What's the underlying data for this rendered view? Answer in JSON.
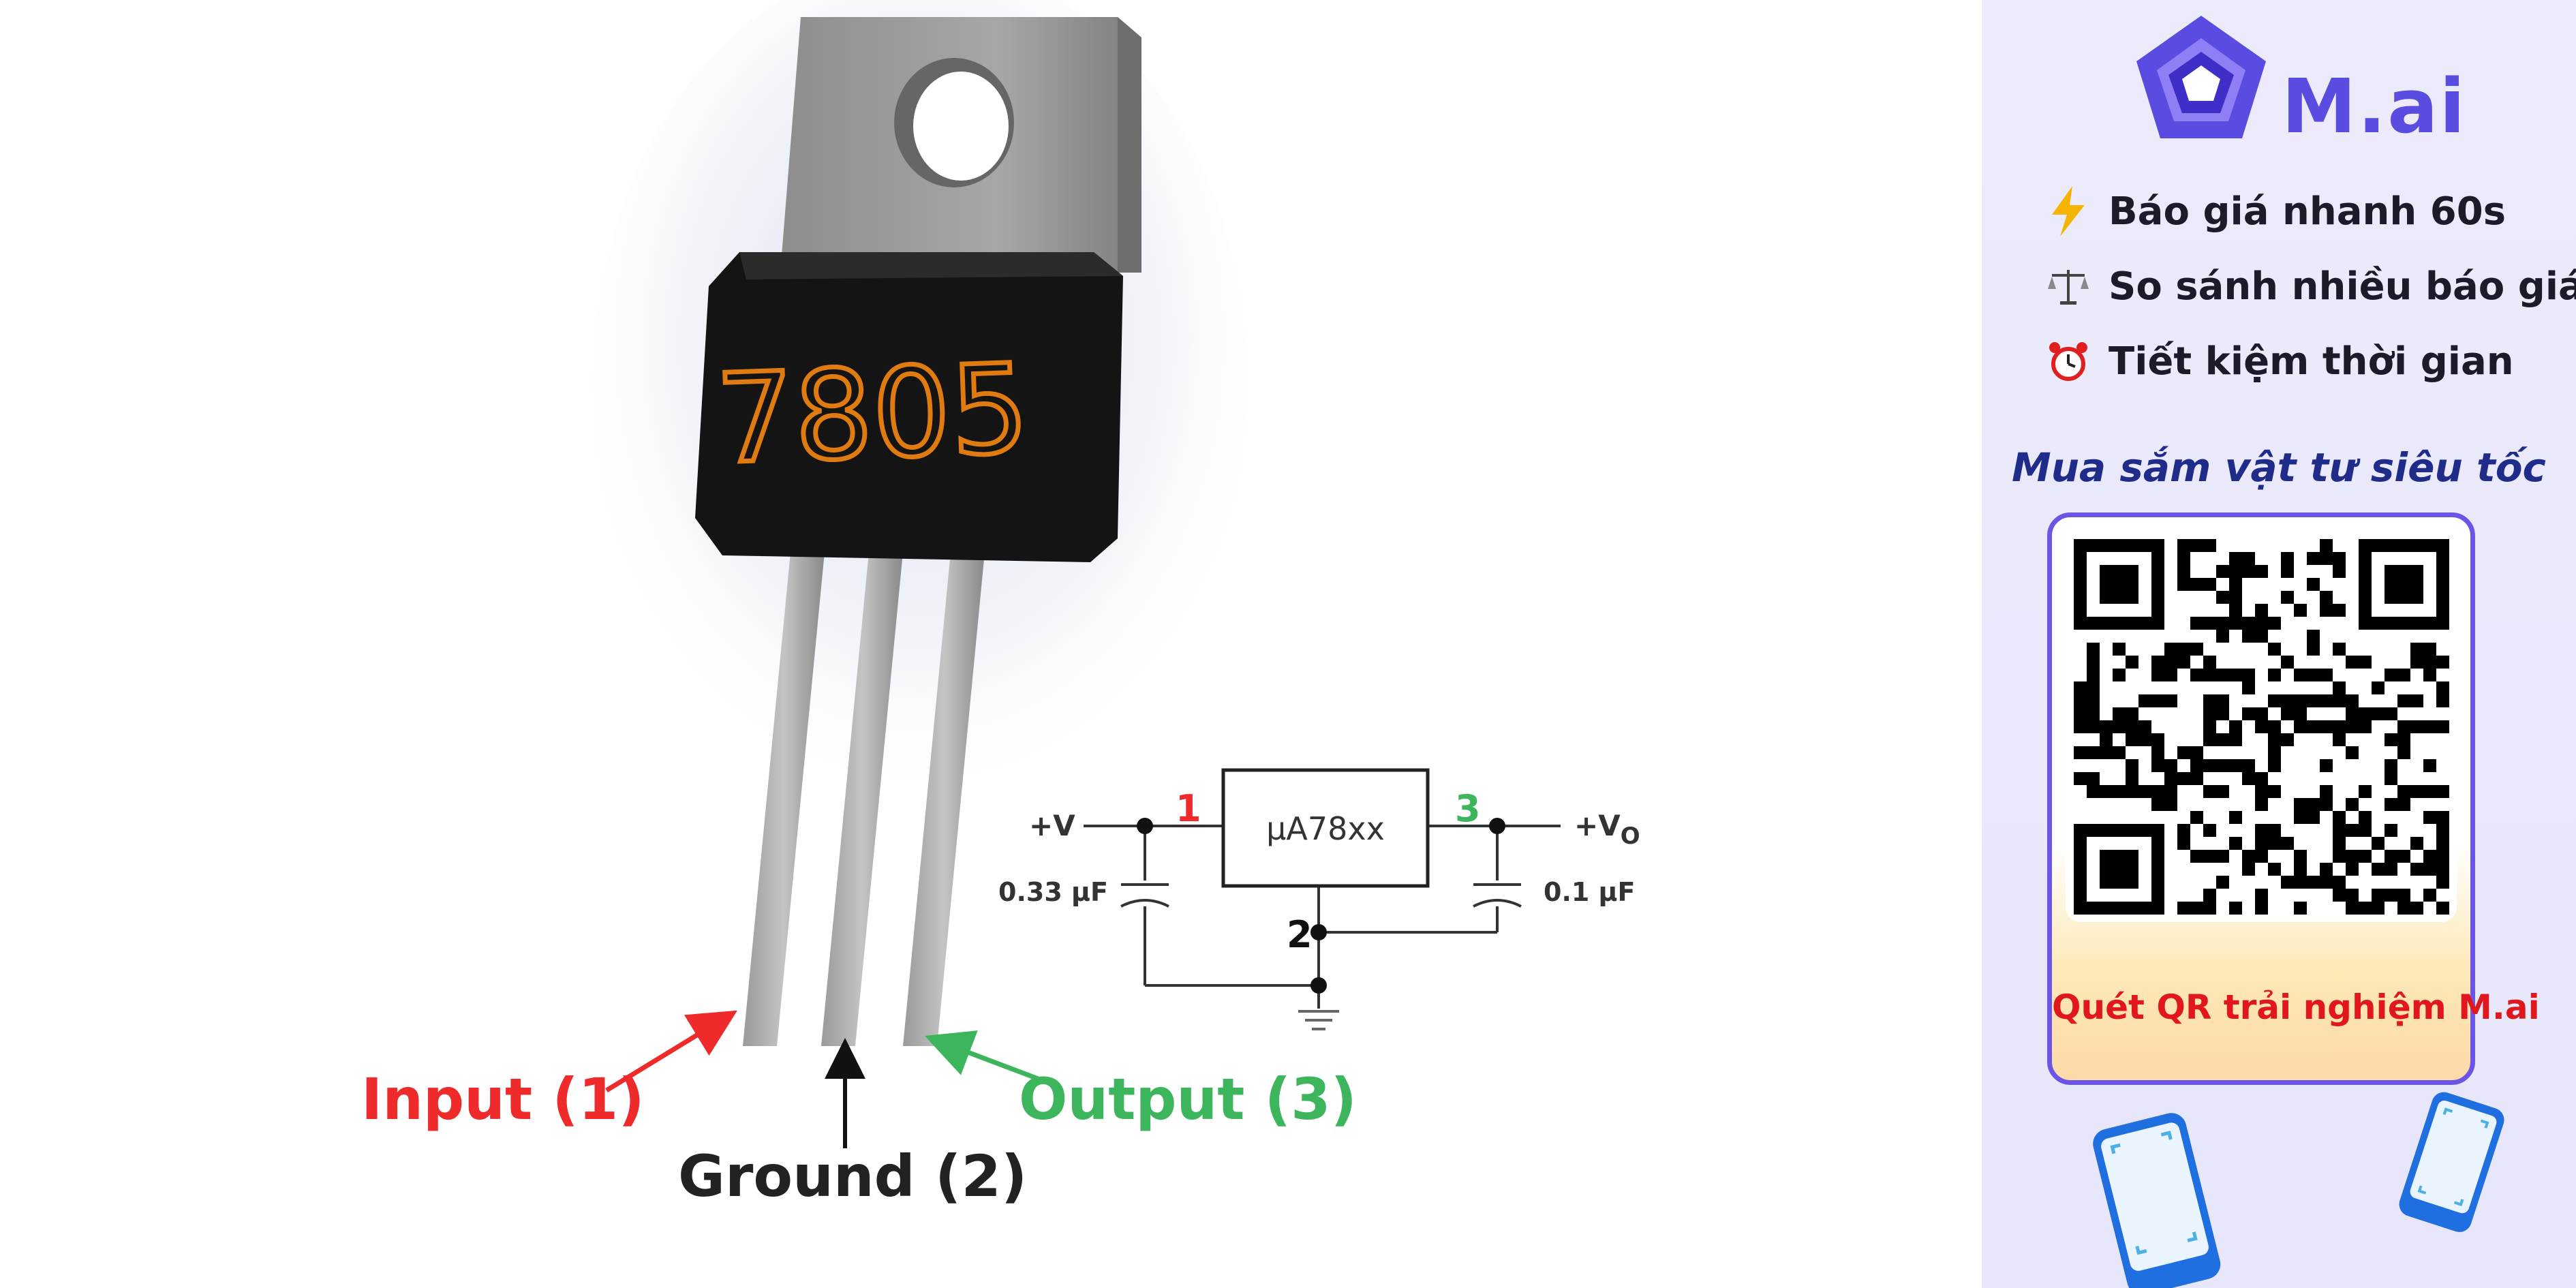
{
  "diagram": {
    "chip_label": "7805",
    "pins": [
      {
        "label": "Input (1)",
        "color": "#ee2a2a"
      },
      {
        "label": "Ground (2)",
        "color": "#222222"
      },
      {
        "label": "Output (3)",
        "color": "#3db55c"
      }
    ],
    "schematic": {
      "ic_label": "μA78xx",
      "vin": "+V",
      "vout": "+V",
      "vout_sub": "O",
      "pin1": "1",
      "pin2": "2",
      "pin3": "3",
      "cap_in": "0.33 μF",
      "cap_out": "0.1 μF"
    }
  },
  "promo": {
    "brand": "M.ai",
    "features": [
      {
        "icon": "lightning-icon",
        "text": "Báo giá nhanh 60s"
      },
      {
        "icon": "scales-icon",
        "text": "So sánh nhiều báo giá"
      },
      {
        "icon": "alarm-clock-icon",
        "text": "Tiết kiệm thời gian"
      }
    ],
    "tagline": "Mua sắm vật tư siêu tốc",
    "qr_caption": "Quét QR trải nghiệm M.ai"
  },
  "colors": {
    "brand": "#5a4ce0",
    "red": "#ee2a2a",
    "green": "#3db55c",
    "chip_text": "#e07b12"
  }
}
